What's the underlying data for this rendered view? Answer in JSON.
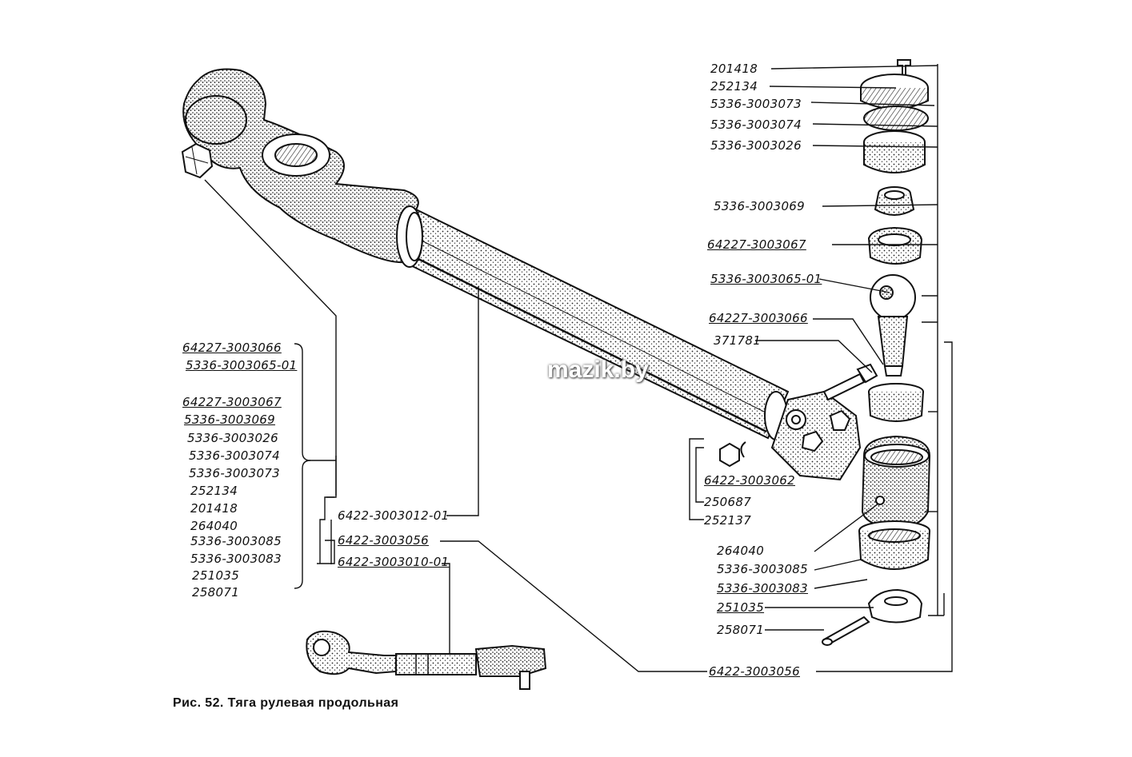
{
  "figure": {
    "caption": "Рис. 52. Тяга рулевая продольная",
    "watermark": "mazik.by"
  },
  "right_callouts": [
    {
      "id": "r1",
      "text": "201418",
      "underline": false
    },
    {
      "id": "r2",
      "text": "252134",
      "underline": false
    },
    {
      "id": "r3",
      "text": "5336-3003073",
      "underline": false
    },
    {
      "id": "r4",
      "text": "5336-3003074",
      "underline": false
    },
    {
      "id": "r5",
      "text": "5336-3003026",
      "underline": false
    },
    {
      "id": "r6",
      "text": "5336-3003069",
      "underline": false
    },
    {
      "id": "r7",
      "text": "64227-3003067",
      "underline": true
    },
    {
      "id": "r8",
      "text": "5336-3003065-01",
      "underline": true
    },
    {
      "id": "r9",
      "text": "64227-3003066",
      "underline": true
    },
    {
      "id": "r10",
      "text": "371781",
      "underline": false
    },
    {
      "id": "r11",
      "text": "6422-3003062",
      "underline": true
    },
    {
      "id": "r12",
      "text": "250687",
      "underline": false
    },
    {
      "id": "r13",
      "text": "252137",
      "underline": false
    },
    {
      "id": "r14",
      "text": "264040",
      "underline": false
    },
    {
      "id": "r15",
      "text": "5336-3003085",
      "underline": false
    },
    {
      "id": "r16",
      "text": "5336-3003083",
      "underline": true
    },
    {
      "id": "r17",
      "text": "251035",
      "underline": true
    },
    {
      "id": "r18",
      "text": "258071",
      "underline": false
    },
    {
      "id": "r19",
      "text": "6422-3003056",
      "underline": true
    }
  ],
  "left_list": [
    {
      "id": "l1",
      "text": "64227-3003066",
      "underline": true
    },
    {
      "id": "l2",
      "text": "5336-3003065-01",
      "underline": true
    },
    {
      "id": "l3",
      "text": "64227-3003067",
      "underline": true
    },
    {
      "id": "l4",
      "text": "5336-3003069",
      "underline": true
    },
    {
      "id": "l5",
      "text": "5336-3003026",
      "underline": false
    },
    {
      "id": "l6",
      "text": "5336-3003074",
      "underline": false
    },
    {
      "id": "l7",
      "text": "5336-3003073",
      "underline": false
    },
    {
      "id": "l8",
      "text": "252134",
      "underline": false
    },
    {
      "id": "l9",
      "text": "201418",
      "underline": false
    },
    {
      "id": "l10",
      "text": "264040",
      "underline": false
    },
    {
      "id": "l11",
      "text": "5336-3003085",
      "underline": false
    },
    {
      "id": "l12",
      "text": "5336-3003083",
      "underline": false
    },
    {
      "id": "l13",
      "text": "251035",
      "underline": false
    },
    {
      "id": "l14",
      "text": "258071",
      "underline": false
    }
  ],
  "center_callouts": [
    {
      "id": "c1",
      "text": "6422-3003012-01",
      "underline": false
    },
    {
      "id": "c2",
      "text": "6422-3003056",
      "underline": true
    },
    {
      "id": "c3",
      "text": "6422-3003010-01",
      "underline": true
    }
  ]
}
